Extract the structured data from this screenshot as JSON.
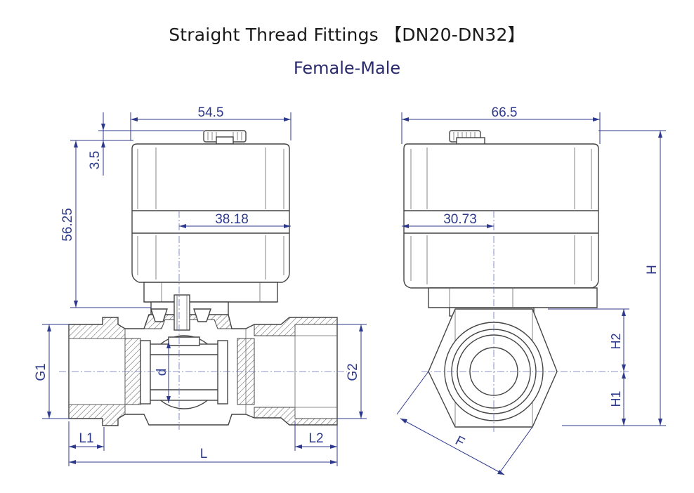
{
  "title": "Straight Thread Fittings 【DN20-DN32】",
  "subtitle": "Female-Male",
  "front_view": {
    "width_top": "54.5",
    "offset_small": "3.5",
    "height_actuator": "56.25",
    "half_width": "38.18",
    "label_g1": "G1",
    "label_g2": "G2",
    "label_d": "d",
    "label_l1": "L1",
    "label_l2": "L2",
    "label_l": "L"
  },
  "side_view": {
    "width_top": "66.5",
    "half_width": "30.73",
    "label_h": "H",
    "label_h1": "H1",
    "label_h2": "H2",
    "label_f": "F"
  }
}
